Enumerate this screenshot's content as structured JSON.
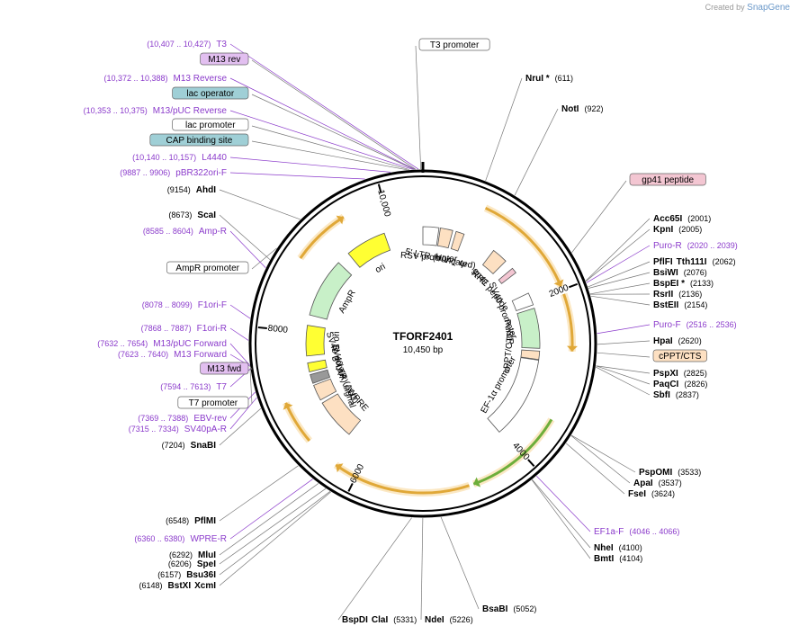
{
  "watermark": {
    "text": "Created by",
    "brand": "SnapGene"
  },
  "plasmid": {
    "name": "TFORF2401",
    "length": "10,450 bp",
    "bp": 10450
  },
  "ticks": [
    {
      "bp": 2000,
      "label": "2000"
    },
    {
      "bp": 4000,
      "label": "4000"
    },
    {
      "bp": 6000,
      "label": "6000"
    },
    {
      "bp": 8000,
      "label": "8000"
    },
    {
      "bp": 10000,
      "label": "10,000"
    }
  ],
  "sites": [
    {
      "name": "NruI *",
      "pos": "(611)",
      "bp": 611,
      "side": "R",
      "kind": "enzyme"
    },
    {
      "name": "NotI",
      "pos": "(922)",
      "bp": 922,
      "side": "R",
      "kind": "enzyme"
    },
    {
      "name": "gp41 peptide",
      "pos": "",
      "bp": 1700,
      "side": "R",
      "kind": "feature",
      "fill": "#f3c6d2"
    },
    {
      "name": "Acc65I",
      "pos": "(2001)",
      "bp": 2001,
      "side": "R",
      "kind": "enzyme"
    },
    {
      "name": "KpnI",
      "pos": "(2005)",
      "bp": 2005,
      "side": "R",
      "kind": "enzyme"
    },
    {
      "name": "Puro-R",
      "pos": "(2020 .. 2039)",
      "bp": 2020,
      "side": "R",
      "kind": "primer"
    },
    {
      "name": "PflFI",
      "name2": "Tth111I",
      "pos": "(2062)",
      "bp": 2062,
      "side": "R",
      "kind": "enzyme"
    },
    {
      "name": "BsiWI",
      "pos": "(2076)",
      "bp": 2076,
      "side": "R",
      "kind": "enzyme"
    },
    {
      "name": "BspEI *",
      "pos": "(2133)",
      "bp": 2133,
      "side": "R",
      "kind": "enzyme"
    },
    {
      "name": "RsrII",
      "pos": "(2136)",
      "bp": 2136,
      "side": "R",
      "kind": "enzyme"
    },
    {
      "name": "BstEII",
      "pos": "(2154)",
      "bp": 2154,
      "side": "R",
      "kind": "enzyme"
    },
    {
      "name": "Puro-F",
      "pos": "(2516 .. 2536)",
      "bp": 2516,
      "side": "R",
      "kind": "primer"
    },
    {
      "name": "HpaI",
      "pos": "(2620)",
      "bp": 2620,
      "side": "R",
      "kind": "enzyme"
    },
    {
      "name": "cPPT/CTS",
      "pos": "",
      "bp": 2700,
      "side": "R",
      "kind": "feature",
      "fill": "#fde0c2"
    },
    {
      "name": "PspXI",
      "pos": "(2825)",
      "bp": 2825,
      "side": "R",
      "kind": "enzyme"
    },
    {
      "name": "PaqCI",
      "pos": "(2826)",
      "bp": 2826,
      "side": "R",
      "kind": "enzyme"
    },
    {
      "name": "SbfI",
      "pos": "(2837)",
      "bp": 2837,
      "side": "R",
      "kind": "enzyme"
    },
    {
      "name": "PspOMI",
      "pos": "(3533)",
      "bp": 3533,
      "side": "R",
      "kind": "enzyme"
    },
    {
      "name": "ApaI",
      "pos": "(3537)",
      "bp": 3537,
      "side": "R",
      "kind": "enzyme"
    },
    {
      "name": "FseI",
      "pos": "(3624)",
      "bp": 3624,
      "side": "R",
      "kind": "enzyme"
    },
    {
      "name": "EF1a-F",
      "pos": "(4046 .. 4066)",
      "bp": 4046,
      "side": "R",
      "kind": "primer"
    },
    {
      "name": "NheI",
      "pos": "(4100)",
      "bp": 4100,
      "side": "R",
      "kind": "enzyme"
    },
    {
      "name": "BmtI",
      "pos": "(4104)",
      "bp": 4104,
      "side": "R",
      "kind": "enzyme"
    },
    {
      "name": "BsaBI",
      "pos": "(5052)",
      "bp": 5052,
      "side": "B",
      "kind": "enzyme"
    },
    {
      "name": "NdeI",
      "pos": "(5226)",
      "bp": 5226,
      "side": "B",
      "kind": "enzyme"
    },
    {
      "name": "BspDI",
      "name2": "ClaI",
      "pos": "(5331)",
      "bp": 5331,
      "side": "B",
      "kind": "enzyme"
    },
    {
      "name": "BstXI",
      "name2": "XcmI",
      "pos": "(6148)",
      "bp": 6148,
      "side": "L",
      "kind": "enzyme"
    },
    {
      "name": "Bsu36I",
      "pos": "(6157)",
      "bp": 6157,
      "side": "L",
      "kind": "enzyme"
    },
    {
      "name": "SpeI",
      "pos": "(6206)",
      "bp": 6206,
      "side": "L",
      "kind": "enzyme"
    },
    {
      "name": "MluI",
      "pos": "(6292)",
      "bp": 6292,
      "side": "L",
      "kind": "enzyme"
    },
    {
      "name": "WPRE-R",
      "pos": "(6360 .. 6380)",
      "bp": 6360,
      "side": "L",
      "kind": "primer"
    },
    {
      "name": "PflMI",
      "pos": "(6548)",
      "bp": 6548,
      "side": "L",
      "kind": "enzyme"
    },
    {
      "name": "SnaBI",
      "pos": "(7204)",
      "bp": 7204,
      "side": "L",
      "kind": "enzyme"
    },
    {
      "name": "SV40pA-R",
      "pos": "(7315 .. 7334)",
      "bp": 7315,
      "side": "L",
      "kind": "primer"
    },
    {
      "name": "EBV-rev",
      "pos": "(7369 .. 7388)",
      "bp": 7369,
      "side": "L",
      "kind": "primer"
    },
    {
      "name": "T7 promoter",
      "pos": "",
      "bp": 7600,
      "side": "L",
      "kind": "feature",
      "fill": "#ffffff"
    },
    {
      "name": "T7",
      "pos": "(7594 .. 7613)",
      "bp": 7594,
      "side": "L",
      "kind": "primer"
    },
    {
      "name": "M13 fwd",
      "pos": "",
      "bp": 7625,
      "side": "L",
      "kind": "feature",
      "fill": "#e2bff0"
    },
    {
      "name": "M13 Forward",
      "pos": "(7623 .. 7640)",
      "bp": 7623,
      "side": "L",
      "kind": "primer"
    },
    {
      "name": "M13/pUC Forward",
      "pos": "(7632 .. 7654)",
      "bp": 7632,
      "side": "L",
      "kind": "primer"
    },
    {
      "name": "F1ori-R",
      "pos": "(7868 .. 7887)",
      "bp": 7868,
      "side": "L",
      "kind": "primer"
    },
    {
      "name": "F1ori-F",
      "pos": "(8078 .. 8099)",
      "bp": 8078,
      "side": "L",
      "kind": "primer"
    },
    {
      "name": "AmpR promoter",
      "pos": "",
      "bp": 8800,
      "side": "L",
      "kind": "feature",
      "fill": "#ffffff"
    },
    {
      "name": "Amp-R",
      "pos": "(8585 .. 8604)",
      "bp": 8585,
      "side": "L",
      "kind": "primer"
    },
    {
      "name": "ScaI",
      "pos": "(8673)",
      "bp": 8673,
      "side": "L",
      "kind": "enzyme"
    },
    {
      "name": "AhdI",
      "pos": "(9154)",
      "bp": 9154,
      "side": "L",
      "kind": "enzyme"
    },
    {
      "name": "pBR322ori-F",
      "pos": "(9887 .. 9906)",
      "bp": 9887,
      "side": "L",
      "kind": "primer"
    },
    {
      "name": "L4440",
      "pos": "(10,140 .. 10,157)",
      "bp": 10140,
      "side": "L",
      "kind": "primer"
    },
    {
      "name": "CAP binding site",
      "pos": "",
      "bp": 10300,
      "side": "L",
      "kind": "feature",
      "fill": "#9fcfd6"
    },
    {
      "name": "lac promoter",
      "pos": "",
      "bp": 10320,
      "side": "L",
      "kind": "feature",
      "fill": "#ffffff"
    },
    {
      "name": "M13/pUC Reverse",
      "pos": "(10,353 .. 10,375)",
      "bp": 10353,
      "side": "L",
      "kind": "primer"
    },
    {
      "name": "lac operator",
      "pos": "",
      "bp": 10365,
      "side": "L",
      "kind": "feature",
      "fill": "#9fcfd6"
    },
    {
      "name": "M13 Reverse",
      "pos": "(10,372 .. 10,388)",
      "bp": 10372,
      "side": "L",
      "kind": "primer"
    },
    {
      "name": "M13 rev",
      "pos": "",
      "bp": 10380,
      "side": "L",
      "kind": "feature",
      "fill": "#e2bff0"
    },
    {
      "name": "T3",
      "pos": "(10,407 .. 10,427)",
      "bp": 10407,
      "side": "L",
      "kind": "primer"
    },
    {
      "name": "T3 promoter",
      "pos": "",
      "bp": 10430,
      "side": "T",
      "kind": "feature",
      "fill": "#ffffff"
    }
  ],
  "features": [
    {
      "name": "RSV promoter",
      "start": 0,
      "end": 230,
      "color": "#ffffff"
    },
    {
      "name": "5' LTR (truncated)",
      "start": 250,
      "end": 430,
      "color": "#fde0c2"
    },
    {
      "name": "HIV-1 Ψ",
      "start": 480,
      "end": 600,
      "color": "#fde0c2"
    },
    {
      "name": "RRE",
      "start": 1080,
      "end": 1310,
      "color": "#fde0c2"
    },
    {
      "name": "gp41 peptide",
      "start": 1450,
      "end": 1530,
      "color": "#f3c6d2"
    },
    {
      "name": "SV40 promoter",
      "start": 1870,
      "end": 2050,
      "color": "#ffffff"
    },
    {
      "name": "PuroR",
      "start": 2100,
      "end": 2680,
      "color": "#c8f0c8"
    },
    {
      "name": "cPPT/CTS",
      "start": 2720,
      "end": 2840,
      "color": "#fde0c2"
    },
    {
      "name": "EF-1α promoter",
      "start": 2850,
      "end": 4040,
      "color": "#ffffff"
    },
    {
      "name": "WPRE",
      "start": 6360,
      "end": 6950,
      "color": "#fde0c2"
    },
    {
      "name": "3' LTR (ΔU3)",
      "start": 7000,
      "end": 7230,
      "color": "#fde0c2"
    },
    {
      "name": "SV40 poly(A) signal",
      "start": 7260,
      "end": 7390,
      "color": "#999999"
    },
    {
      "name": "SV40 ori",
      "start": 7430,
      "end": 7560,
      "color": "#ffff33"
    },
    {
      "name": "f1 ori",
      "start": 7660,
      "end": 8100,
      "color": "#ffff33"
    },
    {
      "name": "AmpR",
      "start": 8250,
      "end": 9110,
      "color": "#c8f0c8"
    },
    {
      "name": "ori",
      "start": 9300,
      "end": 9890,
      "color": "#ffff33"
    }
  ],
  "orfs": [
    {
      "start": 720,
      "end": 1960,
      "color": "#e0a838"
    },
    {
      "start": 2050,
      "end": 2700,
      "color": "#e0a838"
    },
    {
      "start": 3500,
      "end": 4650,
      "color": "#6dae3a"
    },
    {
      "start": 4700,
      "end": 6260,
      "color": "#e0a838"
    },
    {
      "start": 6660,
      "end": 7160,
      "color": "#e0a838"
    },
    {
      "start": 8850,
      "end": 9520,
      "color": "#e0a838"
    }
  ],
  "colors": {
    "primer": "#8b3bcb",
    "enzyme": "#000000",
    "backbone": "#000000"
  }
}
